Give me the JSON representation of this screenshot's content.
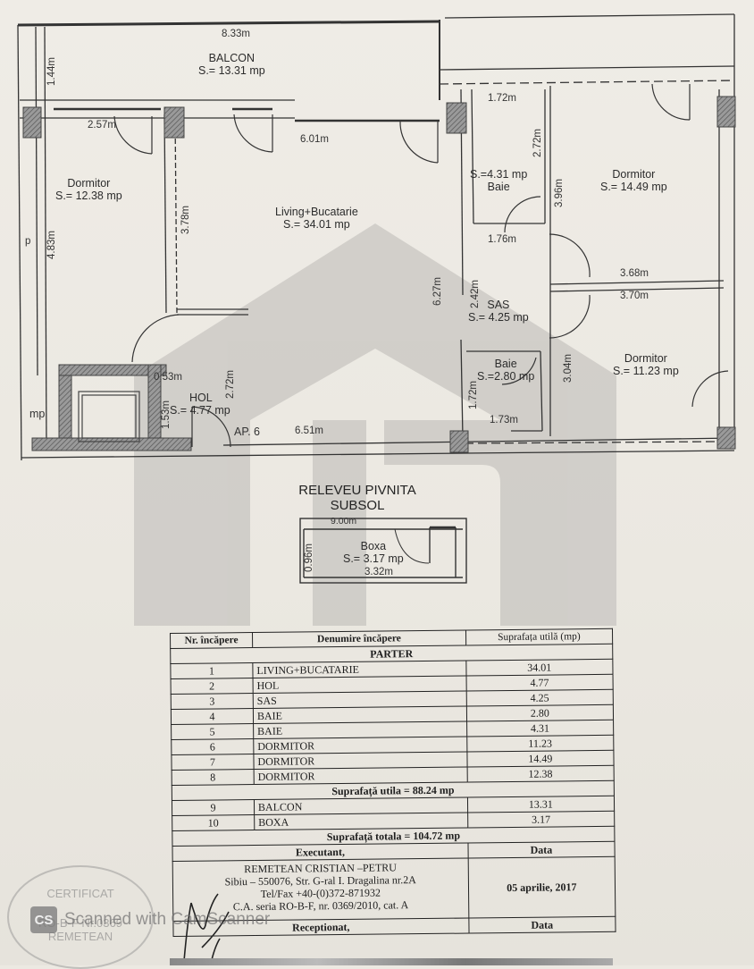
{
  "plan": {
    "balcony": {
      "name": "BALCON",
      "area": "S.= 13.31 mp",
      "dim_width": "8.33m",
      "dim_depth": "1.44m"
    },
    "bedroom_left": {
      "name": "Dormitor",
      "area": "S.= 12.38 mp",
      "dim_width": "2.57m",
      "dim_height": "4.83m"
    },
    "living": {
      "name": "Living+Bucatarie",
      "area": "S.= 34.01 mp",
      "dim_width": "6.01m",
      "dim_height": "3.78m",
      "dim_total_height": "6.27m",
      "dim_bottom": "6.51m"
    },
    "bath_upper": {
      "name": "Baie",
      "area": "S.=4.31 mp",
      "dim_width": "1.72m",
      "dim_height": "2.72m",
      "dim_bottom": "1.76m"
    },
    "bedroom_upper_right": {
      "name": "Dormitor",
      "area": "S.= 14.49 mp",
      "dim_height": "3.96m",
      "dim_bottom": "3.68m"
    },
    "sas": {
      "name": "SAS",
      "area": "S.= 4.25 mp",
      "dim_height": "2.42m"
    },
    "bedroom_lower_right": {
      "name": "Dormitor",
      "area": "S.= 11.23 mp",
      "dim_top": "3.70m",
      "dim_height": "3.04m"
    },
    "bath_lower": {
      "name": "Baie",
      "area": "S.=2.80 mp",
      "dim_height": "1.72m",
      "dim_width": "1.73m"
    },
    "hall": {
      "name": "HOL",
      "area": "S.= 4.77 mp",
      "dim_height": "2.72m",
      "dim_shaft_height": "1.53m",
      "dim_shaft_width": "0.53m"
    },
    "apartment_label": "AP. 6",
    "left_edge_fragments": {
      "p": "p",
      "mp": "mp"
    }
  },
  "basement": {
    "title_line1": "RELEVEU PIVNITA",
    "title_line2": "SUBSOL",
    "storage": {
      "name": "Boxa",
      "area": "S.= 3.17 mp",
      "dim_top": "9.00m",
      "dim_side": "0.96m",
      "dim_bottom": "3.32m"
    }
  },
  "table": {
    "headers": {
      "nr": "Nr. încăpere",
      "name": "Denumire încăpere",
      "area": "Suprafața utilă (mp)"
    },
    "section_ground": "PARTER",
    "rows": [
      {
        "nr": "1",
        "name": "LIVING+BUCATARIE",
        "area": "34.01"
      },
      {
        "nr": "2",
        "name": "HOL",
        "area": "4.77"
      },
      {
        "nr": "3",
        "name": "SAS",
        "area": "4.25"
      },
      {
        "nr": "4",
        "name": "BAIE",
        "area": "2.80"
      },
      {
        "nr": "5",
        "name": "BAIE",
        "area": "4.31"
      },
      {
        "nr": "6",
        "name": "DORMITOR",
        "area": "11.23"
      },
      {
        "nr": "7",
        "name": "DORMITOR",
        "area": "14.49"
      },
      {
        "nr": "8",
        "name": "DORMITOR",
        "area": "12.38"
      }
    ],
    "useful_total": "Suprafață utila = 88.24 mp",
    "extra_rows": [
      {
        "nr": "9",
        "name": "BALCON",
        "area": "13.31"
      },
      {
        "nr": "10",
        "name": "BOXA",
        "area": "3.17"
      }
    ],
    "grand_total": "Suprafață totala = 104.72 mp",
    "executant": {
      "label": "Executant,",
      "date_label": "Data",
      "name": "REMETEAN CRISTIAN –PETRU",
      "address": "Sibiu – 550076, Str. G-ral I. Dragalina nr.2A",
      "phone": "Tel/Fax +40-(0)372-871932",
      "license": "C.A. seria RO-B-F, nr. 0369/2010, cat. A",
      "date": "05 aprilie, 2017"
    },
    "receptionat": {
      "label": "Receptionat,",
      "date_label": "Data"
    }
  },
  "stamp": {
    "line1": "CERTIFICAT",
    "line2": "RO-B-F Nr.0369",
    "line3": "REMETEAN"
  },
  "watermark": {
    "text": "Scanned with CamScanner",
    "icon": "CS"
  },
  "colors": {
    "paper": "#ece9e2",
    "ink": "#2a2a2a",
    "hatch": "#6f6f6f",
    "logo_watermark": "#c9c7c2"
  }
}
